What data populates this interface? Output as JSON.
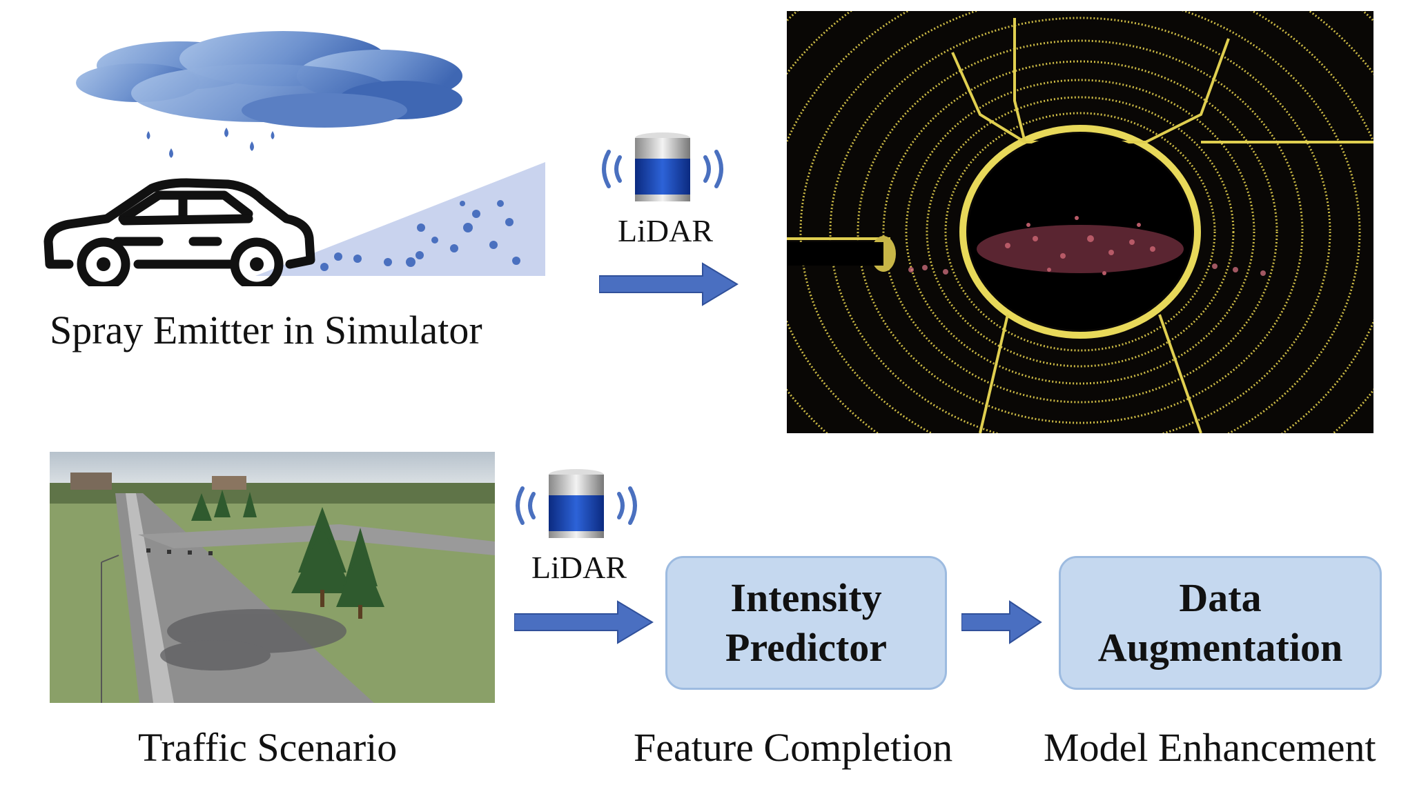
{
  "captions": {
    "spray_emitter": "Spray Emitter in Simulator",
    "traffic_scenario": "Traffic Scenario",
    "feature_completion": "Feature Completion",
    "model_enhancement": "Model Enhancement"
  },
  "lidar": {
    "top_label": "LiDAR",
    "bottom_label": "LiDAR"
  },
  "boxes": {
    "intensity_predictor": {
      "line1": "Intensity",
      "line2": "Predictor"
    },
    "data_augmentation": {
      "line1": "Data",
      "line2": "Augmentation"
    }
  },
  "colors": {
    "arrow": "#4a6fc1",
    "box_fill": "#c5d8ef",
    "box_border": "#9dbbe0",
    "cloud": "#5b84c4",
    "spray": "#c9d3ee",
    "pointcloud": "#d9c94a"
  }
}
